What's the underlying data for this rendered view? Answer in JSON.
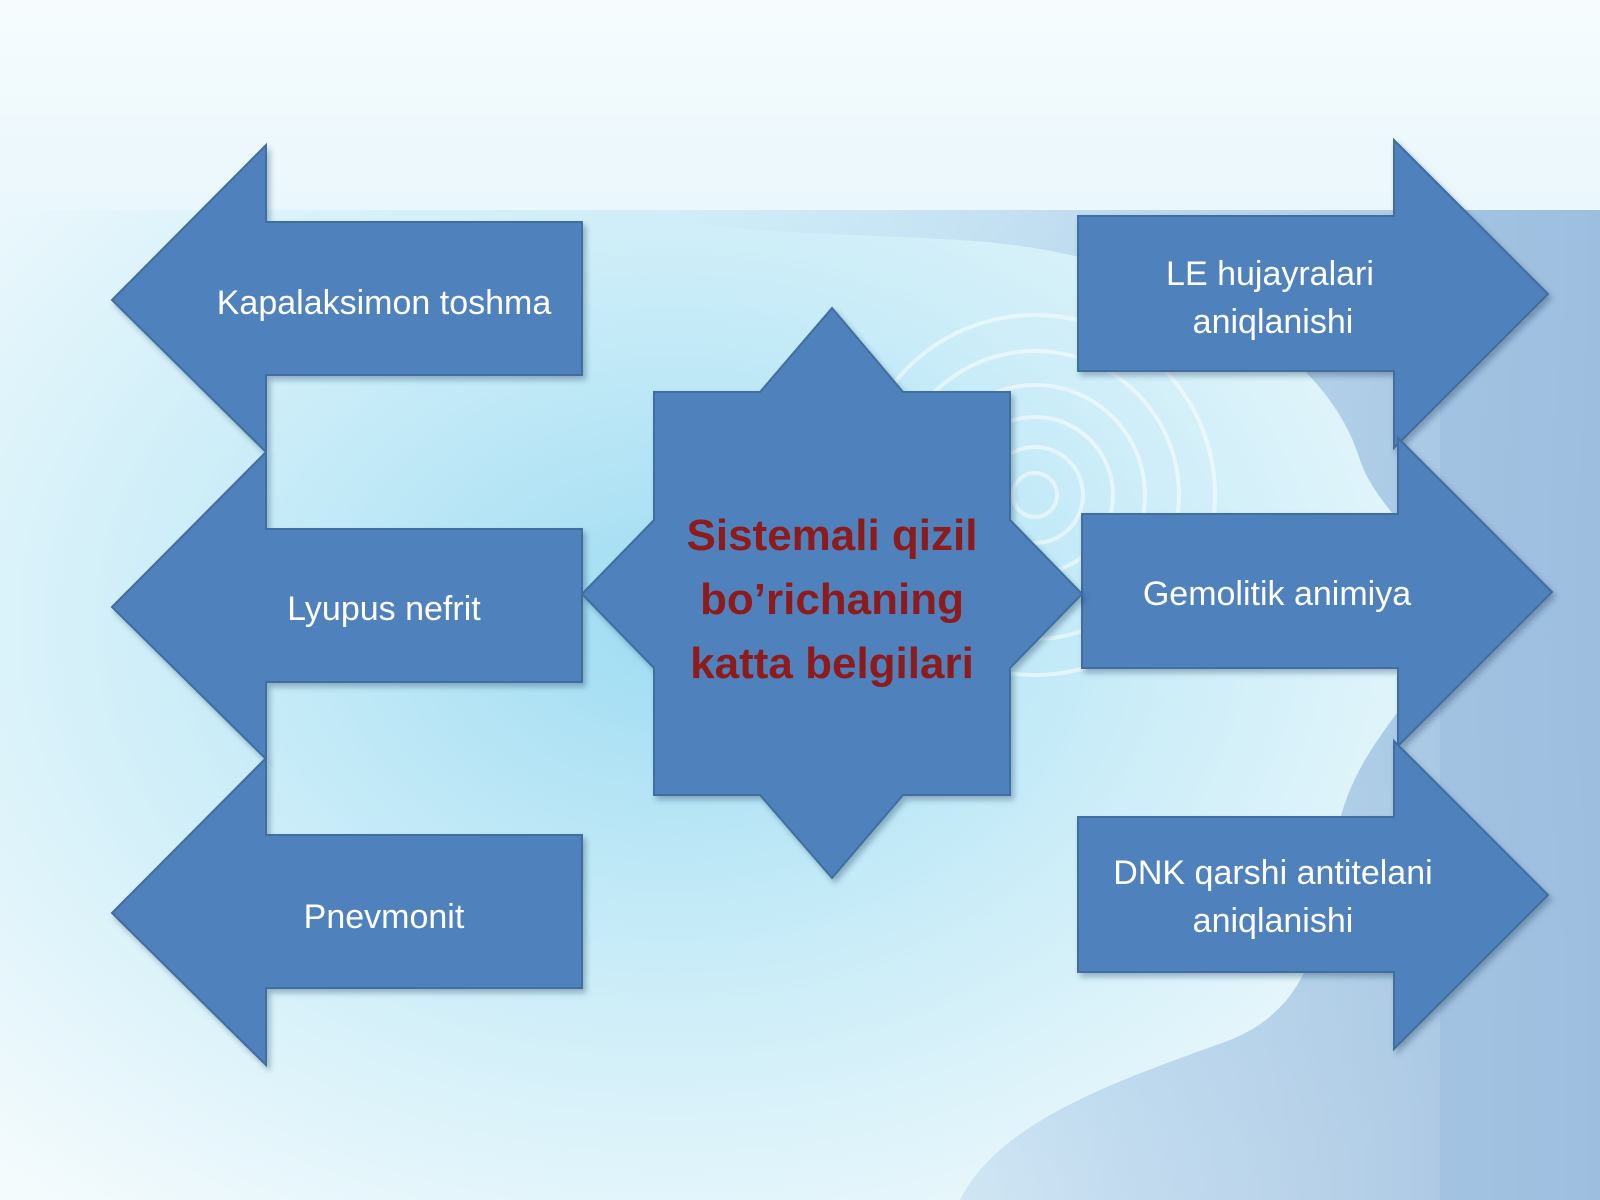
{
  "colors": {
    "shape_fill": "#4f81bd",
    "shape_stroke": "#3f6e9e",
    "label_text": "#ffffff",
    "center_text": "#8e1b1b",
    "background_top": "#f4fbfd",
    "background_panel": "#8fb4d8"
  },
  "center": {
    "lines": [
      "Sistemali qizil",
      "bo’richaning",
      "katta belgilari"
    ]
  },
  "left_arrows": [
    {
      "label": "Kapalaksimon toshma"
    },
    {
      "label": "Lyupus nefrit"
    },
    {
      "label": "Pnevmonit"
    }
  ],
  "right_arrows": [
    {
      "lines": [
        "LE hujayralari",
        "aniqlanishi"
      ]
    },
    {
      "lines": [
        "Gemolitik animiya"
      ]
    },
    {
      "lines": [
        "DNK qarshi antitelani",
        "aniqlanishi"
      ]
    }
  ]
}
